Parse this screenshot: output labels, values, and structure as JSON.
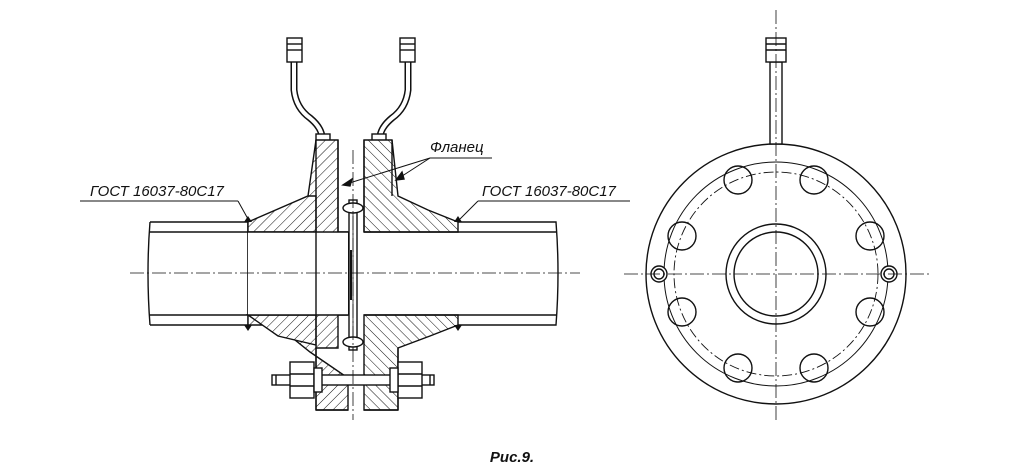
{
  "labels": {
    "flange": "Фланец",
    "weld_left": "ГОСТ 16037-80С17",
    "weld_right": "ГОСТ 16037-80С17"
  },
  "caption": "Рис.9.",
  "colors": {
    "line": "#111111",
    "background": "#ffffff"
  }
}
